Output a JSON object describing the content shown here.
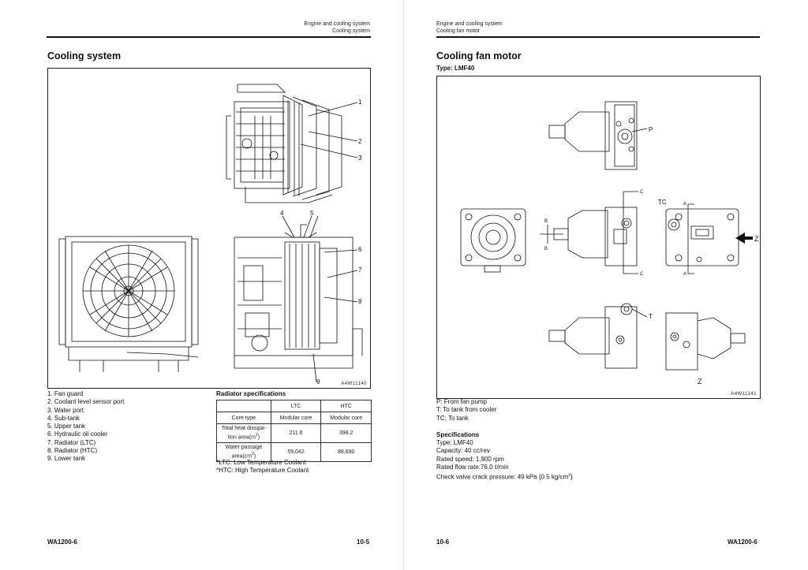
{
  "left_page": {
    "header": {
      "line1": "Engine and cooling system",
      "line2": "Cooling system"
    },
    "title": "Cooling system",
    "figure_id": "A4W11140",
    "callouts": [
      "1",
      "2",
      "3",
      "4",
      "5",
      "6",
      "7",
      "8",
      "9"
    ],
    "parts_list": [
      "1. Fan guard",
      "2. Coolant level sensor port",
      "3. Water port",
      "4. Sub-tank",
      "5. Upper tank",
      "6. Hydraulic oil cooler",
      "7. Radiator (LTC)",
      "8. Radiator (HTC)",
      "9. Lower tank"
    ],
    "radiator_specs": {
      "title": "Radiator specifications",
      "columns": [
        "",
        "LTC",
        "HTC"
      ],
      "rows": [
        {
          "label": "Core type",
          "ltc": "Modular core",
          "htc": "Modular core"
        },
        {
          "label_line1": "Total heat dissipa-",
          "label_line2": "tion area(m",
          "label_sup": "2",
          "label_end": ")",
          "ltc": "211.6",
          "htc": "398.2"
        },
        {
          "label_line1": "Water passage",
          "label_line2": "area(cm",
          "label_sup": "2",
          "label_end": ")",
          "ltc": "59,042",
          "htc": "88,690"
        }
      ]
    },
    "notes": [
      "*LTC: Low Temperature Coolant",
      "*HTC: High Temperature Coolant"
    ],
    "footer_left": "WA1200-6",
    "footer_right": "10-5"
  },
  "right_page": {
    "header": {
      "line1": "Engine and cooling system",
      "line2": "Cooling fan motor"
    },
    "title": "Cooling fan motor",
    "type_label": "Type: LMF40",
    "figure_id": "A4W11141",
    "callouts": {
      "p": "P",
      "tc": "TC",
      "t": "T",
      "z": "Z",
      "a": "A",
      "b": "B",
      "c": "C"
    },
    "legend": [
      "P: From fan pump",
      "T: To tank from cooler",
      "TC: To tank"
    ],
    "specs_title": "Specifications",
    "specs": [
      "Type: LMF40",
      "Capacity: 40 cc/rev",
      "Rated speed: 1,900 rpm",
      "Rated flow rate:76.0 ℓ/min"
    ],
    "check_valve": {
      "text": "Check valve crack pressure: 49 kPa {0.5 kg/cm",
      "sup": "2",
      "end": "}"
    },
    "footer_left": "10-6",
    "footer_right": "WA1200-6"
  }
}
